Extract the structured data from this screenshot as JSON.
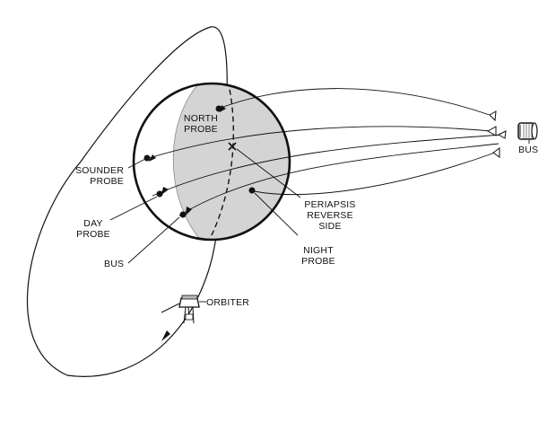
{
  "labels": {
    "north_probe": "NORTH\nPROBE",
    "sounder_probe": "SOUNDER\nPROBE",
    "day_probe": "DAY\nPROBE",
    "bus_planet": "BUS",
    "bus_spacecraft": "BUS",
    "periapsis": "PERIAPSIS\nREVERSE\nSIDE",
    "night_probe": "NIGHT\nPROBE",
    "orbiter": "ORBITER"
  },
  "colors": {
    "ink": "#111111",
    "planet_shade": "#d4d4d4",
    "planet_light": "#ffffff",
    "background": "#ffffff"
  }
}
